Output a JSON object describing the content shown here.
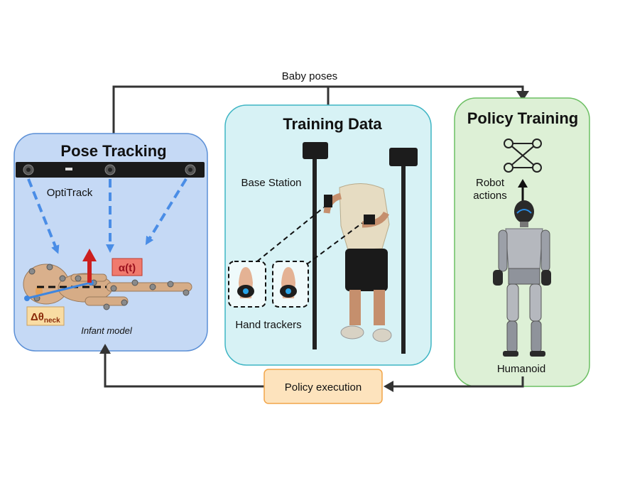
{
  "flow": {
    "top_label": "Baby poses",
    "bottom_label": "Policy execution"
  },
  "pose_tracking": {
    "title": "Pose Tracking",
    "camera_label": "OptiTrack",
    "alpha_label": "α(t)",
    "neck_label_main": "Δθ",
    "neck_label_sub": "neck",
    "model_label": "Infant model"
  },
  "training_data": {
    "title": "Training Data",
    "base_station_label": "Base Station",
    "hand_trackers_label": "Hand trackers"
  },
  "policy_training": {
    "title": "Policy Training",
    "actions_label_line1": "Robot",
    "actions_label_line2": "actions",
    "humanoid_label": "Humanoid"
  },
  "colors": {
    "pose_panel": "#c5d9f5",
    "pose_border": "#5b8fd6",
    "training_panel": "#d7f2f5",
    "training_border": "#3fb5c4",
    "policy_panel": "#ddf0d6",
    "policy_border": "#6cbf63",
    "exec_box": "#fde3bd",
    "exec_border": "#f2a64a",
    "dash_arrow": "#4a8de6",
    "red_arrow": "#cc1f1f",
    "alpha_box": "#f07a6e",
    "neck_box": "#f9dca3"
  }
}
